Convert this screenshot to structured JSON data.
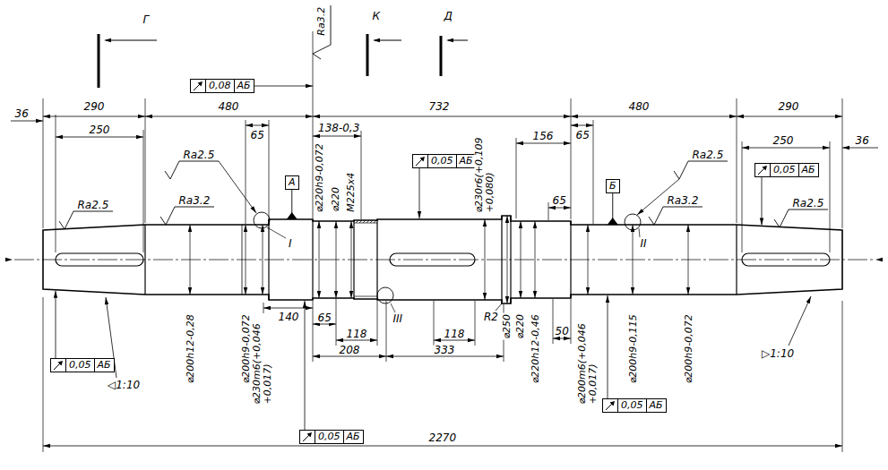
{
  "diagram": {
    "nodes": [
      {
        "text": [
          "0,08",
          "АБ"
        ]
      },
      {
        "text": [
          "0,05",
          "АБ"
        ]
      },
      {
        "text": [
          "0,05",
          "АБ"
        ]
      },
      {
        "text": [
          "А"
        ]
      },
      {
        "text": [
          "Б"
        ]
      },
      {
        "text": [
          "0,05",
          "АБ"
        ]
      },
      {
        "text": [
          "0,05",
          "АБ"
        ]
      },
      {
        "text": [
          "0,05",
          "АБ"
        ]
      }
    ],
    "labels": [
      "Г",
      "Ra3.2",
      "К",
      "Д",
      "290",
      "480",
      "732",
      "480",
      "290",
      "36",
      "250",
      "65",
      "138-0,3",
      "⌀220h9-0,072",
      "⌀220",
      "M225x4",
      "⌀230r6(+0,109 +0,080)",
      "156",
      "65",
      "250",
      "36",
      "Ra2.5",
      "Ra2.5",
      "Ra3.2",
      "I",
      "65",
      "Ra2.5",
      "Ra3.2",
      "II",
      "Ra2.5",
      "III",
      "R2",
      "⌀200h12-0,28",
      "◁1:10",
      "⌀200h9-0,072",
      "⌀230m6(+0,046 +0,017)",
      "140",
      "65",
      "118",
      "118",
      "208",
      "333",
      "50",
      "⌀250",
      "⌀220",
      "⌀220h12-0,46",
      "⌀200m6(+0,046 +0,017)",
      "⌀200h9-0,115",
      "⌀200h9-0,072",
      "▷1:10",
      "2270"
    ]
  }
}
